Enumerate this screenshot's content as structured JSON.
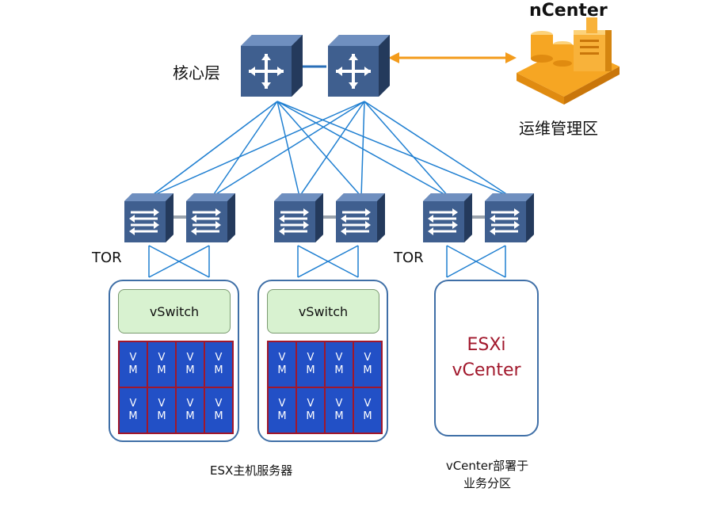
{
  "labels": {
    "core_layer": "核心层",
    "ncenter": "nCenter",
    "ops_zone": "运维管理区",
    "tor_left": "TOR",
    "tor_right": "TOR",
    "esx_caption": "ESX主机服务器",
    "vcenter_caption_line1": "vCenter部署于",
    "vcenter_caption_line2": "业务分区"
  },
  "hosts": [
    {
      "vswitch": "vSwitch",
      "vms": [
        {
          "l1": "V",
          "l2": "M"
        },
        {
          "l1": "V",
          "l2": "M"
        },
        {
          "l1": "V",
          "l2": "M"
        },
        {
          "l1": "V",
          "l2": "M"
        },
        {
          "l1": "V",
          "l2": "M"
        },
        {
          "l1": "V",
          "l2": "M"
        },
        {
          "l1": "V",
          "l2": "M"
        },
        {
          "l1": "V",
          "l2": "M"
        }
      ]
    },
    {
      "vswitch": "vSwitch",
      "vms": [
        {
          "l1": "V",
          "l2": "M"
        },
        {
          "l1": "V",
          "l2": "M"
        },
        {
          "l1": "V",
          "l2": "M"
        },
        {
          "l1": "V",
          "l2": "M"
        },
        {
          "l1": "V",
          "l2": "M"
        },
        {
          "l1": "V",
          "l2": "M"
        },
        {
          "l1": "V",
          "l2": "M"
        },
        {
          "l1": "V",
          "l2": "M"
        }
      ]
    }
  ],
  "vcenter_box": {
    "line1": "ESXi",
    "line2": "vCenter"
  },
  "icons": {
    "core_router": "router-icon",
    "tor_switch": "switch-icon",
    "management": "server-building-icon"
  },
  "colors": {
    "link_blue": "#1f7fd1",
    "device_blue": "#3e5a85",
    "arrow_orange": "#f39b1b",
    "vm_blue": "#2250c6",
    "vm_border": "#a1172b",
    "vswitch_green": "#d8f2d0",
    "esxi_text": "#a1172b"
  }
}
